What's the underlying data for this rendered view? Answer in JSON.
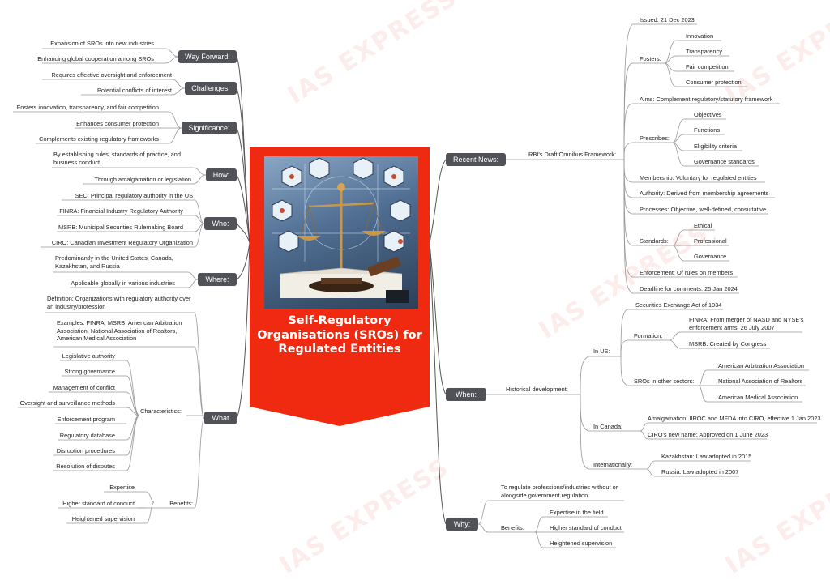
{
  "watermark": "IAS EXPRESS",
  "title": "Self-Regulatory Organisations (SROs) for Regulated Entities",
  "branches": {
    "recent_news": {
      "label": "Recent News:",
      "framework": "RBI's Draft Omnibus Framework:",
      "issued": "Issued: 21 Dec 2023",
      "fosters": "Fosters:",
      "fosters_items": [
        "Innovation",
        "Transparency",
        "Fair competition",
        "Consumer protection"
      ],
      "aims": "Aims: Complement regulatory/statutory framework",
      "prescribes": "Prescribes:",
      "prescribes_items": [
        "Objectives",
        "Functions",
        "Eligibility criteria",
        "Governance standards"
      ],
      "membership": "Membership: Voluntary for regulated entities",
      "authority": "Authority: Derived from membership agreements",
      "processes": "Processes: Objective, well-defined, consultative",
      "standards": "Standards:",
      "standards_items": [
        "Ethical",
        "Professional",
        "Governance"
      ],
      "enforcement": "Enforcement: Of rules on members",
      "deadline": "Deadline for comments: 25 Jan 2024"
    },
    "when": {
      "label": "When:",
      "historical": "Historical development:",
      "in_us": "In US:",
      "sea": "Securities Exchange Act of 1934",
      "formation": "Formation:",
      "finra": "FINRA: From merger of NASD and NYSE's enforcement arms, 26 July 2007",
      "msrb": "MSRB: Created by Congress",
      "sros_other": "SROs in other sectors:",
      "sros_other_items": [
        "American Arbitration Association",
        "National Association of Realtors",
        "American Medical Association"
      ],
      "in_canada": "In Canada:",
      "amalgamation": "Amalgamation: IIROC and MFDA into CIRO, effective 1 Jan 2023",
      "ciro_name": "CIRO's new name: Approved on 1 June 2023",
      "internationally": "Internationally:",
      "kazakhstan": "Kazakhstan: Law adopted in 2015",
      "russia": "Russia: Law adopted in 2007"
    },
    "why": {
      "label": "Why:",
      "purpose": "To regulate professions/industries without or alongside government regulation",
      "benefits": "Benefits:",
      "benefits_items": [
        "Expertise in the field",
        "Higher standard of conduct",
        "Heightened supervision"
      ]
    },
    "way_forward": {
      "label": "Way Forward:",
      "items": [
        "Expansion of SROs into new industries",
        "Enhancing global cooperation among SROs"
      ]
    },
    "challenges": {
      "label": "Challenges:",
      "items": [
        "Requires effective oversight and enforcement",
        "Potential conflicts of interest"
      ]
    },
    "significance": {
      "label": "Significance:",
      "items": [
        "Fosters innovation, transparency, and fair competition",
        "Enhances consumer protection",
        "Complements existing regulatory frameworks"
      ]
    },
    "how": {
      "label": "How:",
      "items": [
        "By establishing rules, standards of practice, and business conduct",
        "Through amalgamation or legislation"
      ]
    },
    "who": {
      "label": "Who:",
      "items": [
        "SEC: Principal regulatory authority in the US",
        "FINRA: Financial Industry Regulatory Authority",
        "MSRB: Municipal Securities Rulemaking Board",
        "CIRO: Canadian Investment Regulatory Organization"
      ]
    },
    "where": {
      "label": "Where:",
      "items": [
        "Predominantly in the United States, Canada, Kazakhstan, and Russia",
        "Applicable globally in various industries"
      ]
    },
    "what": {
      "label": "What",
      "definition": "Definition: Organizations with regulatory authority over an industry/profession",
      "examples": "Examples: FINRA, MSRB, American Arbitration Association, National Association of Realtors, American Medical Association",
      "characteristics": "Characteristics:",
      "characteristics_items": [
        "Legislative authority",
        "Strong governance",
        "Management of conflict",
        "Oversight and surveillance methods",
        "Enforcement program",
        "Regulatory database",
        "Disruption procedures",
        "Resolution of disputes"
      ],
      "benefits": "Benefits:",
      "benefits_items": [
        "Expertise",
        "Higher standard of conduct",
        "Heightened supervision"
      ]
    }
  }
}
